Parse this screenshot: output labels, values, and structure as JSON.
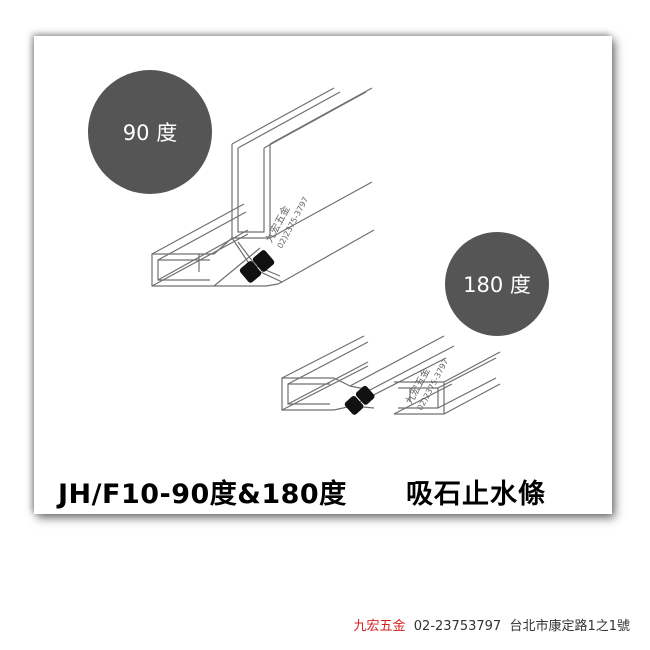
{
  "labels": {
    "angle_90": "90 度",
    "angle_180": "180 度"
  },
  "watermark": {
    "name": "九宏五金",
    "phone": "02)2375-3797"
  },
  "title": {
    "model": "JH/F10-90度&180度",
    "product": "吸石止水條"
  },
  "footer": {
    "brand": "九宏五金",
    "phone": "02-23753797",
    "address": "台北市康定路1之1號"
  },
  "colors": {
    "circle": "#555555",
    "line": "#707070",
    "magnet": "#111111",
    "brand_red": "#d62020"
  }
}
